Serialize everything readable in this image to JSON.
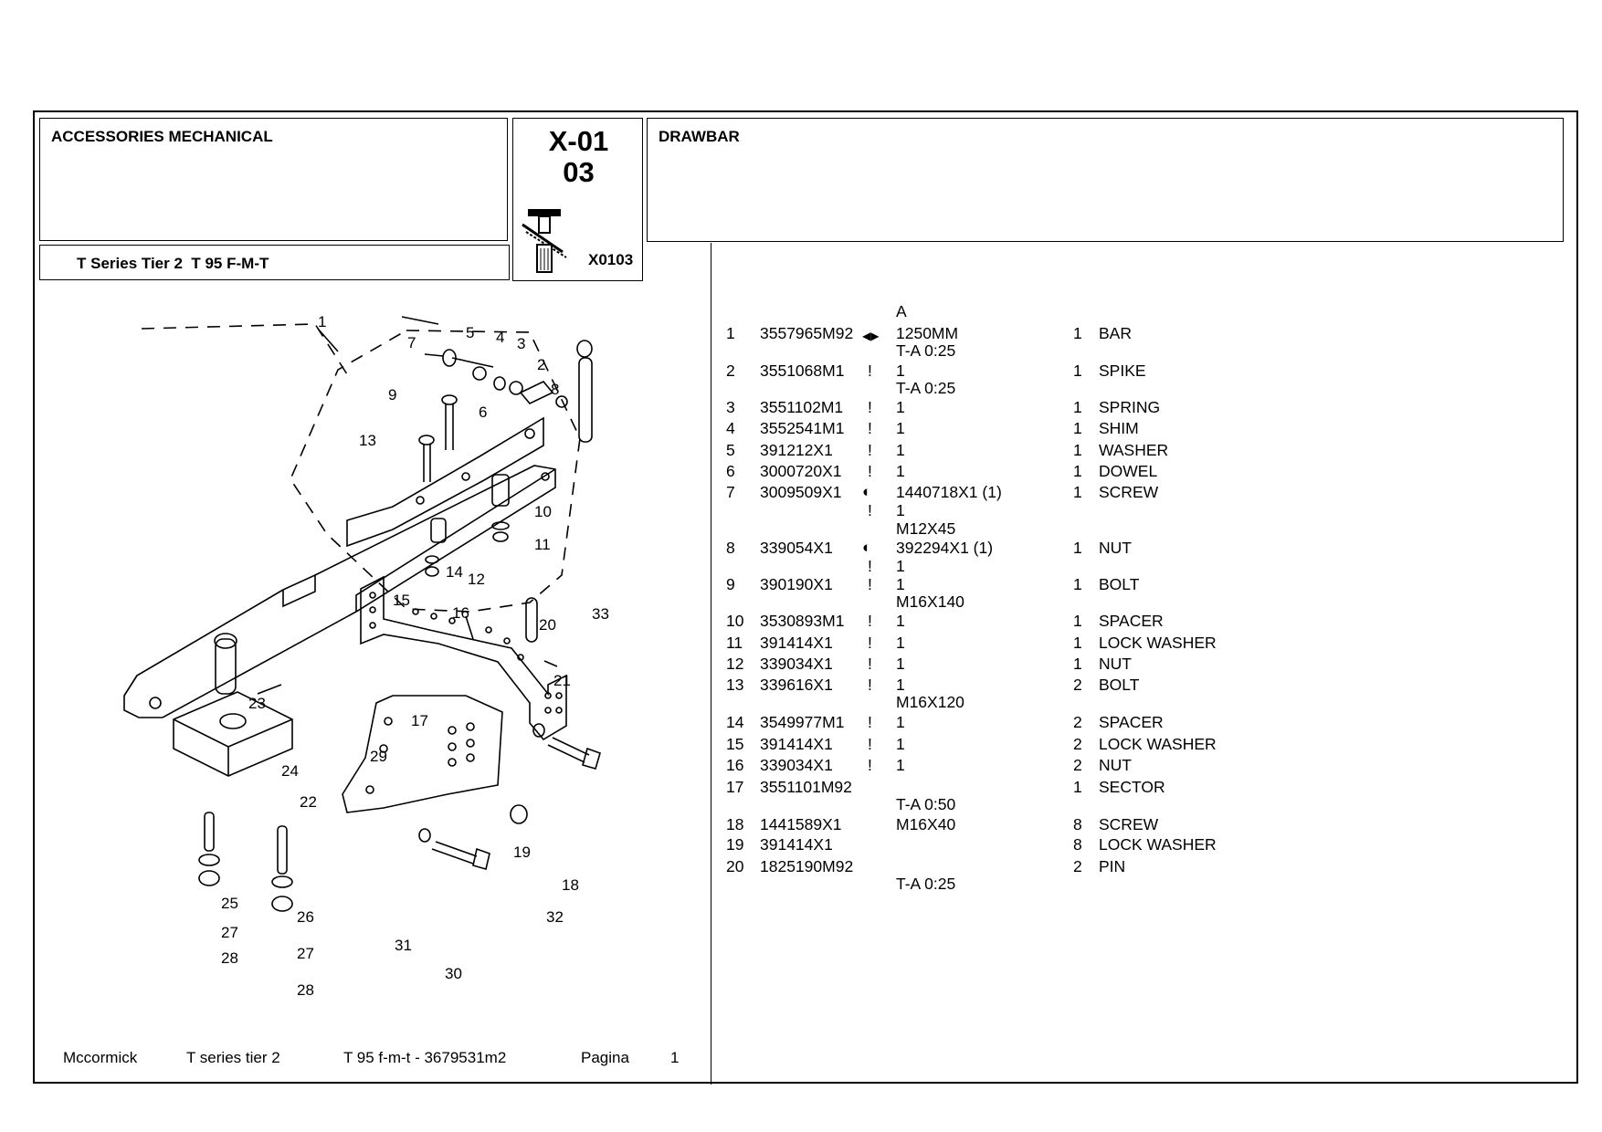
{
  "header": {
    "group_title": "ACCESSORIES MECHANICAL",
    "series": "T Series Tier 2  T 95 F-M-T",
    "section_code": "X-01",
    "section_sub": "03",
    "image_code": "X0103",
    "part_title": "DRAWBAR"
  },
  "table": {
    "col_a_header": "A",
    "rows": [
      {
        "n": "1",
        "part": "3557965M92",
        "sym": "arrows",
        "a": "1250MM",
        "a2": "T-A 0:25",
        "qty": "1",
        "desc": "BAR"
      },
      {
        "n": "2",
        "part": "3551068M1",
        "sym": "!",
        "a": "1",
        "a2": "T-A 0:25",
        "qty": "1",
        "desc": "SPIKE"
      },
      {
        "n": "3",
        "part": "3551102M1",
        "sym": "!",
        "a": "1",
        "a2": "",
        "qty": "1",
        "desc": "SPRING"
      },
      {
        "n": "4",
        "part": "3552541M1",
        "sym": "!",
        "a": "1",
        "a2": "",
        "qty": "1",
        "desc": "SHIM"
      },
      {
        "n": "5",
        "part": "391212X1",
        "sym": "!",
        "a": "1",
        "a2": "",
        "qty": "1",
        "desc": "WASHER"
      },
      {
        "n": "6",
        "part": "3000720X1",
        "sym": "!",
        "a": "1",
        "a2": "",
        "qty": "1",
        "desc": "DOWEL"
      },
      {
        "n": "7",
        "part": "3009509X1",
        "sym": "swap",
        "a": "1440718X1  (1)",
        "a1b": "1",
        "a2": "M12X45",
        "qty": "1",
        "desc": "SCREW"
      },
      {
        "n": "8",
        "part": "339054X1",
        "sym": "swap",
        "a": "392294X1  (1)",
        "a1b": "1",
        "a2": "",
        "qty": "1",
        "desc": "NUT"
      },
      {
        "n": "9",
        "part": "390190X1",
        "sym": "!",
        "a": "1",
        "a2": "M16X140",
        "qty": "1",
        "desc": "BOLT"
      },
      {
        "n": "10",
        "part": "3530893M1",
        "sym": "!",
        "a": "1",
        "a2": "",
        "qty": "1",
        "desc": "SPACER"
      },
      {
        "n": "11",
        "part": "391414X1",
        "sym": "!",
        "a": "1",
        "a2": "",
        "qty": "1",
        "desc": "LOCK WASHER"
      },
      {
        "n": "12",
        "part": "339034X1",
        "sym": "!",
        "a": "1",
        "a2": "",
        "qty": "1",
        "desc": "NUT"
      },
      {
        "n": "13",
        "part": "339616X1",
        "sym": "!",
        "a": "1",
        "a2": "M16X120",
        "qty": "2",
        "desc": "BOLT"
      },
      {
        "n": "14",
        "part": "3549977M1",
        "sym": "!",
        "a": "1",
        "a2": "",
        "qty": "2",
        "desc": "SPACER"
      },
      {
        "n": "15",
        "part": "391414X1",
        "sym": "!",
        "a": "1",
        "a2": "",
        "qty": "2",
        "desc": "LOCK WASHER"
      },
      {
        "n": "16",
        "part": "339034X1",
        "sym": "!",
        "a": "1",
        "a2": "",
        "qty": "2",
        "desc": "NUT"
      },
      {
        "n": "17",
        "part": "3551101M92",
        "sym": "",
        "a": "",
        "a2": "T-A 0:50",
        "qty": "1",
        "desc": "SECTOR"
      },
      {
        "n": "18",
        "part": "1441589X1",
        "sym": "",
        "a": "M16X40",
        "a2": "",
        "qty": "8",
        "desc": "SCREW"
      },
      {
        "n": "19",
        "part": "391414X1",
        "sym": "",
        "a": "",
        "a2": "",
        "qty": "8",
        "desc": "LOCK WASHER"
      },
      {
        "n": "20",
        "part": "1825190M92",
        "sym": "",
        "a": "",
        "a2": "T-A 0:25",
        "qty": "2",
        "desc": "PIN"
      }
    ]
  },
  "diagram": {
    "callouts": [
      "1",
      "2",
      "3",
      "4",
      "5",
      "6",
      "7",
      "8",
      "9",
      "10",
      "11",
      "12",
      "13",
      "14",
      "15",
      "16",
      "17",
      "18",
      "19",
      "20",
      "21",
      "22",
      "23",
      "24",
      "25",
      "26",
      "27",
      "27",
      "28",
      "28",
      "29",
      "30",
      "31",
      "32",
      "33"
    ]
  },
  "footer": {
    "brand": "Mccormick",
    "series": "T series tier 2",
    "model": "T 95 f-m-t - 3679531m2",
    "page_label": "Pagina",
    "page_number": "1"
  }
}
